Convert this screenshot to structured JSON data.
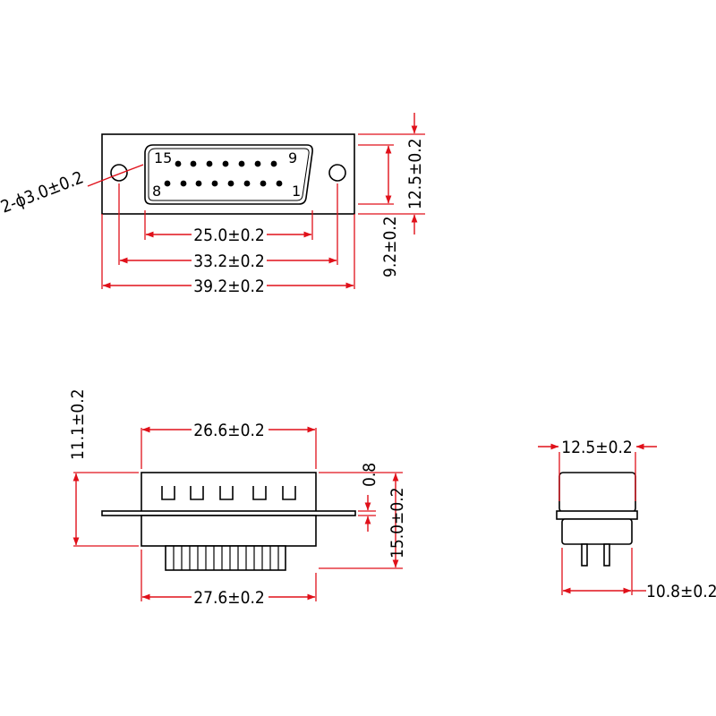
{
  "colors": {
    "dimension": "#e0101a",
    "outline": "#000000"
  },
  "front_view": {
    "pin_labels": {
      "top_left": "15",
      "top_right": "9",
      "bottom_left": "8",
      "bottom_right": "1"
    },
    "dims": {
      "hole": "2-ϕ3.0±0.2",
      "shell_width": "25.0±0.2",
      "hole_pitch": "33.2±0.2",
      "flange_width": "39.2±0.2",
      "flange_height": "12.5±0.2",
      "shell_height": "9.2±0.2"
    }
  },
  "side_view": {
    "dims": {
      "top_width": "26.6±0.2",
      "bottom_width": "27.6±0.2",
      "total_height": "11.1±0.2",
      "flange_thk": "0.8",
      "depth": "15.0±0.2"
    }
  },
  "end_view": {
    "dims": {
      "top": "12.5±0.2",
      "bottom": "10.8±0.2"
    }
  }
}
